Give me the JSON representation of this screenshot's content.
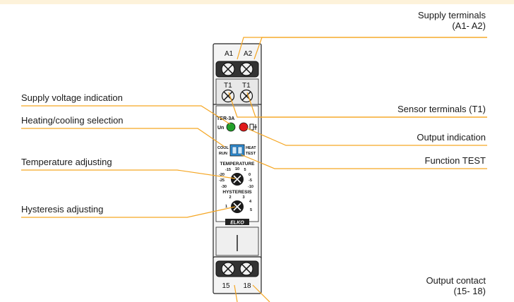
{
  "callouts": {
    "supply_terminals": {
      "line1": "Supply terminals",
      "line2": "(A1- A2)"
    },
    "supply_voltage_indication": "Supply voltage indication",
    "heating_cooling_selection": "Heating/cooling selection",
    "sensor_terminals": "Sensor terminals (T1)",
    "output_indication": "Output indication",
    "function_test": "Function TEST",
    "temperature_adjusting": "Temperature adjusting",
    "hysteresis_adjusting": "Hysteresis adjusting",
    "output_contact": {
      "line1": "Output contact",
      "line2": "(15- 18)"
    }
  },
  "device": {
    "model": "TER-3A",
    "terminal_labels": {
      "a1": "A1",
      "a2": "A2",
      "t1_left": "T1",
      "t1_right": "T1",
      "out_15": "15",
      "out_18": "18"
    },
    "un_label": "Un",
    "switch": {
      "cool": "COOL",
      "heat": "HEAT",
      "run": "RUN",
      "test": "TEST"
    },
    "temperature": {
      "label": "TEMPERATURE",
      "ticks": {
        "m15": "-15",
        "p10": "10",
        "p5": "5",
        "m20": "-20",
        "p0": "0",
        "m25": "-25",
        "m5": "-5",
        "m30": "-30",
        "m10": "-10"
      }
    },
    "hysteresis": {
      "label": "HYSTERESIS",
      "ticks": {
        "t2": "2",
        "t3": "3",
        "t4": "4",
        "t1": "1",
        "t5": "5"
      }
    },
    "brand": "ELKO"
  },
  "colors": {
    "leader": "#f5a623",
    "top_band": "#fdf2da",
    "led_green": "#22a02a",
    "led_red": "#e01b1b",
    "switch_blue": "#2f8fd6",
    "housing": "#f2f2f2"
  }
}
